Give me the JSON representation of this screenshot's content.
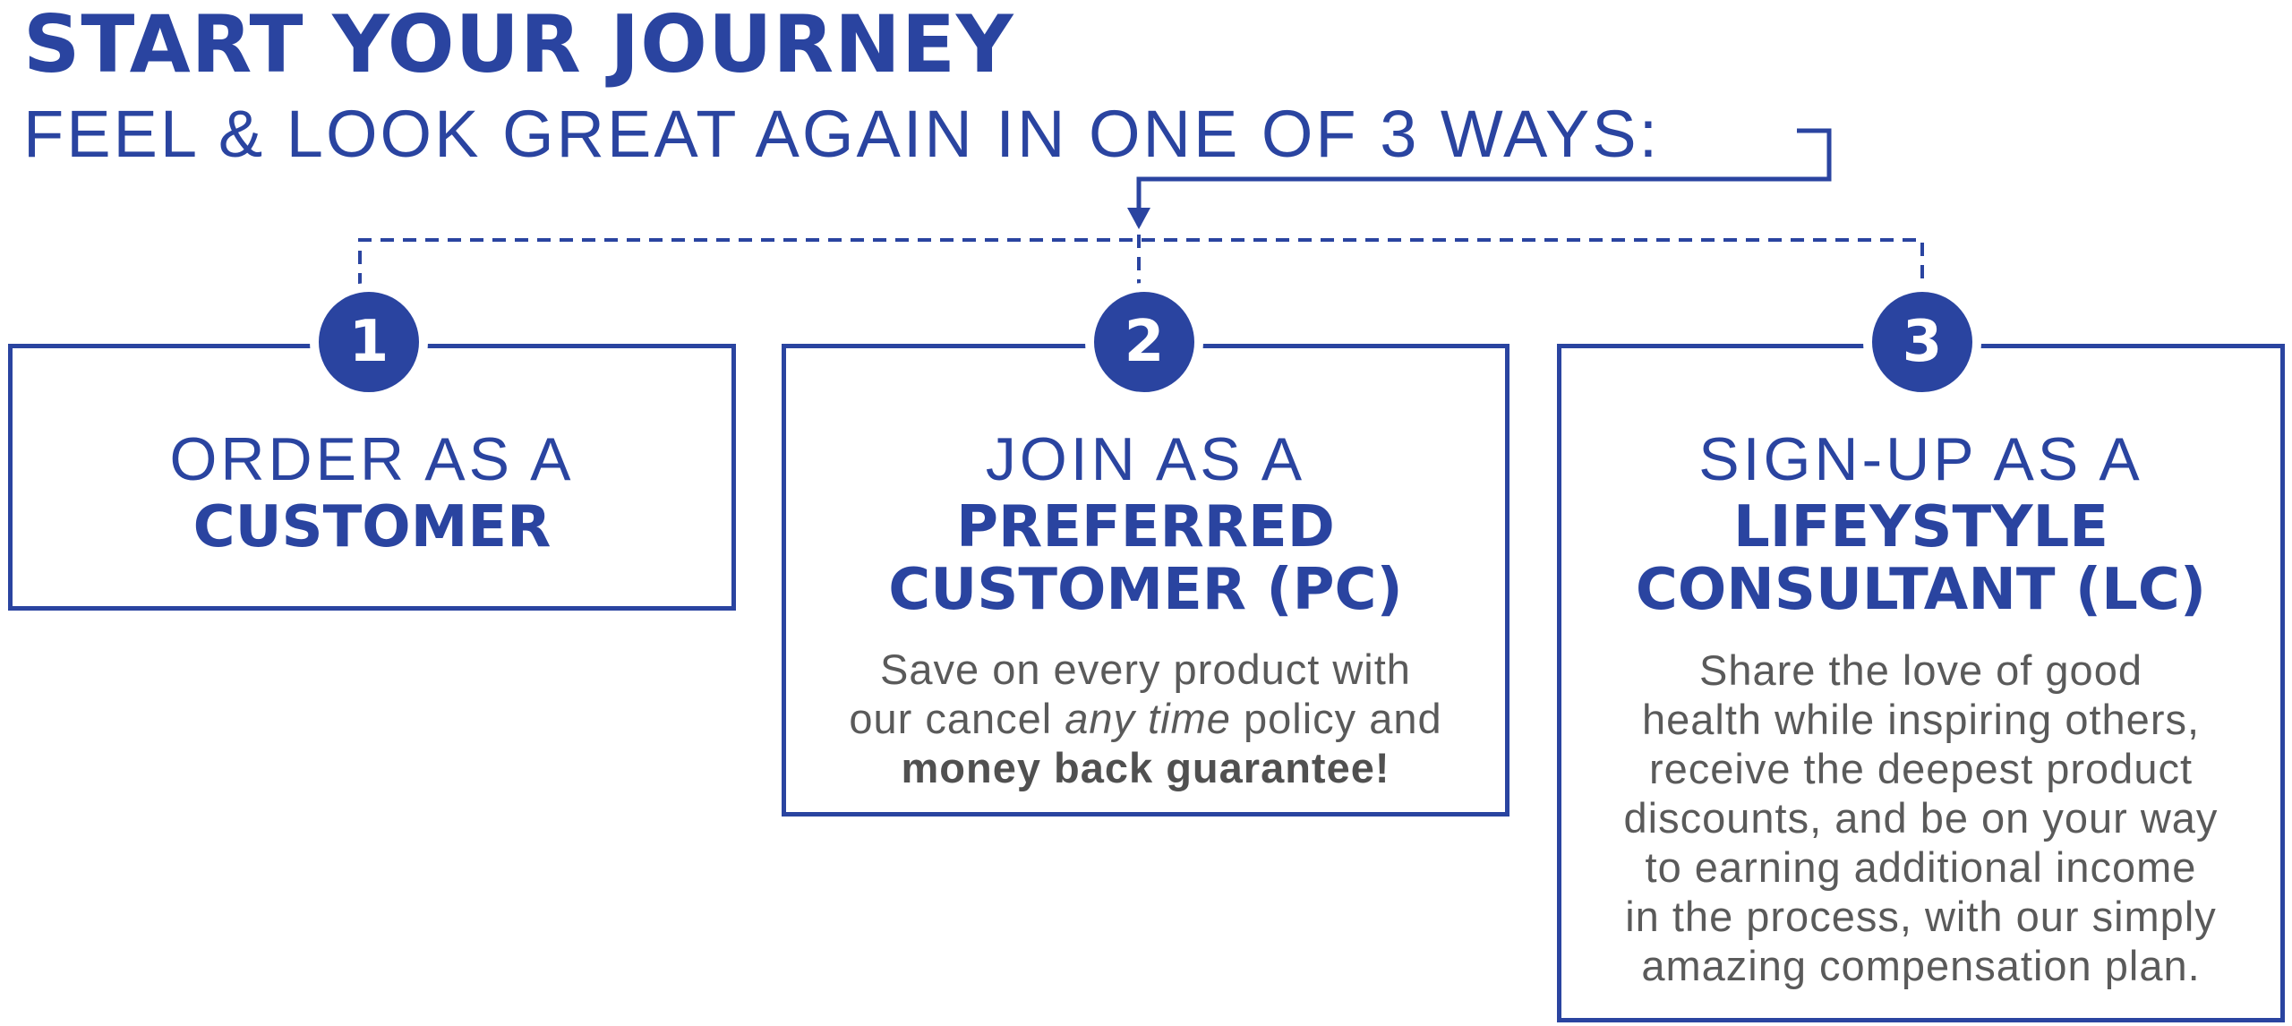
{
  "header": {
    "title": "START YOUR JOURNEY",
    "subtitle": "FEEL & LOOK GREAT AGAIN IN ONE OF 3 WAYS:"
  },
  "options": [
    {
      "number": "1",
      "lead": "ORDER AS A",
      "role_lines": [
        "CUSTOMER"
      ],
      "description_lines": []
    },
    {
      "number": "2",
      "lead": "JOIN AS A",
      "role_lines": [
        "PREFERRED",
        "CUSTOMER (PC)"
      ],
      "description_lines": [
        "Save on every product with",
        "our cancel",
        "any time",
        "policy and",
        "money back guarantee!"
      ]
    },
    {
      "number": "3",
      "lead": "SIGN-UP AS A",
      "role_lines": [
        "LIFEYSTYLE",
        "CONSULTANT (LC)"
      ],
      "description_lines": [
        "Share the love of good",
        "health while inspiring others,",
        "receive the deepest product",
        "discounts, and be on your way",
        "to earning additional income",
        "in the process, with our simply",
        "amazing compensation plan."
      ]
    }
  ],
  "colors": {
    "brand_blue": "#2a44a0",
    "body_gray": "#5a5a5a"
  }
}
